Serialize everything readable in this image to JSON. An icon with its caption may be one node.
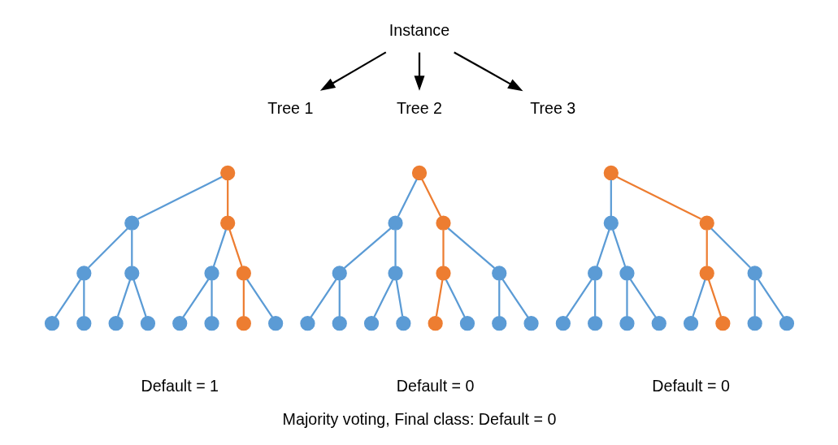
{
  "diagram": {
    "caption": "Majority voting, Final class: Default = 0",
    "nodes": [
      {
        "text": [
          "Instance"
        ]
      },
      {
        "text": [
          "Tree 1"
        ]
      },
      {
        "text": [
          "Tree 2"
        ]
      },
      {
        "text": [
          "Tree 3"
        ]
      },
      {
        "text": [],
        "shape": "circle"
      },
      {
        "text": [],
        "shape": "circle"
      },
      {
        "text": [],
        "shape": "circle"
      },
      {
        "text": [],
        "shape": "circle"
      },
      {
        "text": [],
        "shape": "circle"
      },
      {
        "text": [],
        "shape": "circle"
      },
      {
        "text": [],
        "shape": "circle"
      },
      {
        "text": [],
        "shape": "circle"
      },
      {
        "text": [],
        "shape": "circle"
      },
      {
        "text": [],
        "shape": "circle"
      },
      {
        "text": [],
        "shape": "circle"
      },
      {
        "text": [],
        "shape": "circle"
      },
      {
        "text": [],
        "shape": "circle"
      },
      {
        "text": [],
        "shape": "circle"
      },
      {
        "text": [],
        "shape": "circle"
      },
      {
        "text": [],
        "shape": "circle"
      },
      {
        "text": [],
        "shape": "circle"
      },
      {
        "text": [],
        "shape": "circle"
      },
      {
        "text": [],
        "shape": "circle"
      },
      {
        "text": [],
        "shape": "circle"
      },
      {
        "text": [],
        "shape": "circle"
      },
      {
        "text": [],
        "shape": "circle"
      },
      {
        "text": [],
        "shape": "circle"
      },
      {
        "text": [],
        "shape": "circle"
      },
      {
        "text": [],
        "shape": "circle"
      },
      {
        "text": [],
        "shape": "circle"
      },
      {
        "text": [],
        "shape": "circle"
      },
      {
        "text": [],
        "shape": "circle"
      },
      {
        "text": [],
        "shape": "circle"
      },
      {
        "text": [],
        "shape": "circle"
      },
      {
        "text": [],
        "shape": "circle"
      },
      {
        "text": [],
        "shape": "circle"
      },
      {
        "text": [],
        "shape": "circle"
      },
      {
        "text": [],
        "shape": "circle"
      },
      {
        "text": [],
        "shape": "circle"
      },
      {
        "text": [],
        "shape": "circle"
      },
      {
        "text": [],
        "shape": "circle"
      },
      {
        "text": [],
        "shape": "circle"
      },
      {
        "text": [],
        "shape": "circle"
      },
      {
        "text": [],
        "shape": "circle"
      },
      {
        "text": [],
        "shape": "circle"
      },
      {
        "text": [],
        "shape": "circle"
      },
      {
        "text": [],
        "shape": "circle"
      },
      {
        "text": [],
        "shape": "circle"
      },
      {
        "text": [],
        "shape": "circle"
      }
    ],
    "edges": [
      {
        "from": 0,
        "to": 1,
        "arrow": "to",
        "color": "#000000"
      },
      {
        "from": 0,
        "to": 2,
        "arrow": "to",
        "color": "#000000"
      },
      {
        "from": 0,
        "to": 3,
        "arrow": "to",
        "color": "#000000"
      },
      {
        "from": 4,
        "to": 5,
        "arrow": "none"
      },
      {
        "from": 4,
        "to": 6,
        "arrow": "none",
        "color": "#ed7d31"
      },
      {
        "from": 5,
        "to": 7,
        "arrow": "none"
      },
      {
        "from": 5,
        "to": 8,
        "arrow": "none"
      },
      {
        "from": 6,
        "to": 9,
        "arrow": "none"
      },
      {
        "from": 6,
        "to": 10,
        "arrow": "none",
        "color": "#ed7d31"
      },
      {
        "from": 7,
        "to": 11,
        "arrow": "none"
      },
      {
        "from": 7,
        "to": 12,
        "arrow": "none"
      },
      {
        "from": 8,
        "to": 13,
        "arrow": "none"
      },
      {
        "from": 8,
        "to": 14,
        "arrow": "none"
      },
      {
        "from": 9,
        "to": 15,
        "arrow": "none"
      },
      {
        "from": 9,
        "to": 16,
        "arrow": "none"
      },
      {
        "from": 10,
        "to": 17,
        "arrow": "none",
        "color": "#ed7d31"
      },
      {
        "from": 10,
        "to": 18,
        "arrow": "none"
      },
      {
        "from": 19,
        "to": 20,
        "arrow": "none"
      },
      {
        "from": 19,
        "to": 21,
        "arrow": "none",
        "color": "#ed7d31"
      },
      {
        "from": 20,
        "to": 22,
        "arrow": "none"
      },
      {
        "from": 20,
        "to": 23,
        "arrow": "none"
      },
      {
        "from": 21,
        "to": 24,
        "arrow": "none",
        "color": "#ed7d31"
      },
      {
        "from": 21,
        "to": 25,
        "arrow": "none"
      },
      {
        "from": 22,
        "to": 26,
        "arrow": "none"
      },
      {
        "from": 22,
        "to": 27,
        "arrow": "none"
      },
      {
        "from": 23,
        "to": 28,
        "arrow": "none"
      },
      {
        "from": 23,
        "to": 29,
        "arrow": "none"
      },
      {
        "from": 24,
        "to": 30,
        "arrow": "none",
        "color": "#ed7d31"
      },
      {
        "from": 24,
        "to": 31,
        "arrow": "none"
      },
      {
        "from": 25,
        "to": 32,
        "arrow": "none"
      },
      {
        "from": 25,
        "to": 33,
        "arrow": "none"
      },
      {
        "from": 34,
        "to": 35,
        "arrow": "none"
      },
      {
        "from": 34,
        "to": 36,
        "arrow": "none",
        "color": "#ed7d31"
      },
      {
        "from": 35,
        "to": 37,
        "arrow": "none"
      },
      {
        "from": 35,
        "to": 38,
        "arrow": "none"
      },
      {
        "from": 36,
        "to": 39,
        "arrow": "none",
        "color": "#ed7d31"
      },
      {
        "from": 36,
        "to": 40,
        "arrow": "none"
      },
      {
        "from": 37,
        "to": 41,
        "arrow": "none"
      },
      {
        "from": 37,
        "to": 42,
        "arrow": "none"
      },
      {
        "from": 38,
        "to": 43,
        "arrow": "none"
      },
      {
        "from": 38,
        "to": 44,
        "arrow": "none"
      },
      {
        "from": 39,
        "to": 45,
        "arrow": "none"
      },
      {
        "from": 39,
        "to": 46,
        "arrow": "none",
        "color": "#ed7d31"
      },
      {
        "from": 40,
        "to": 47,
        "arrow": "none"
      },
      {
        "from": 40,
        "to": 48,
        "arrow": "none"
      }
    ],
    "labels": [
      "Default = 1",
      "Default = 0",
      "Default = 0"
    ]
  }
}
